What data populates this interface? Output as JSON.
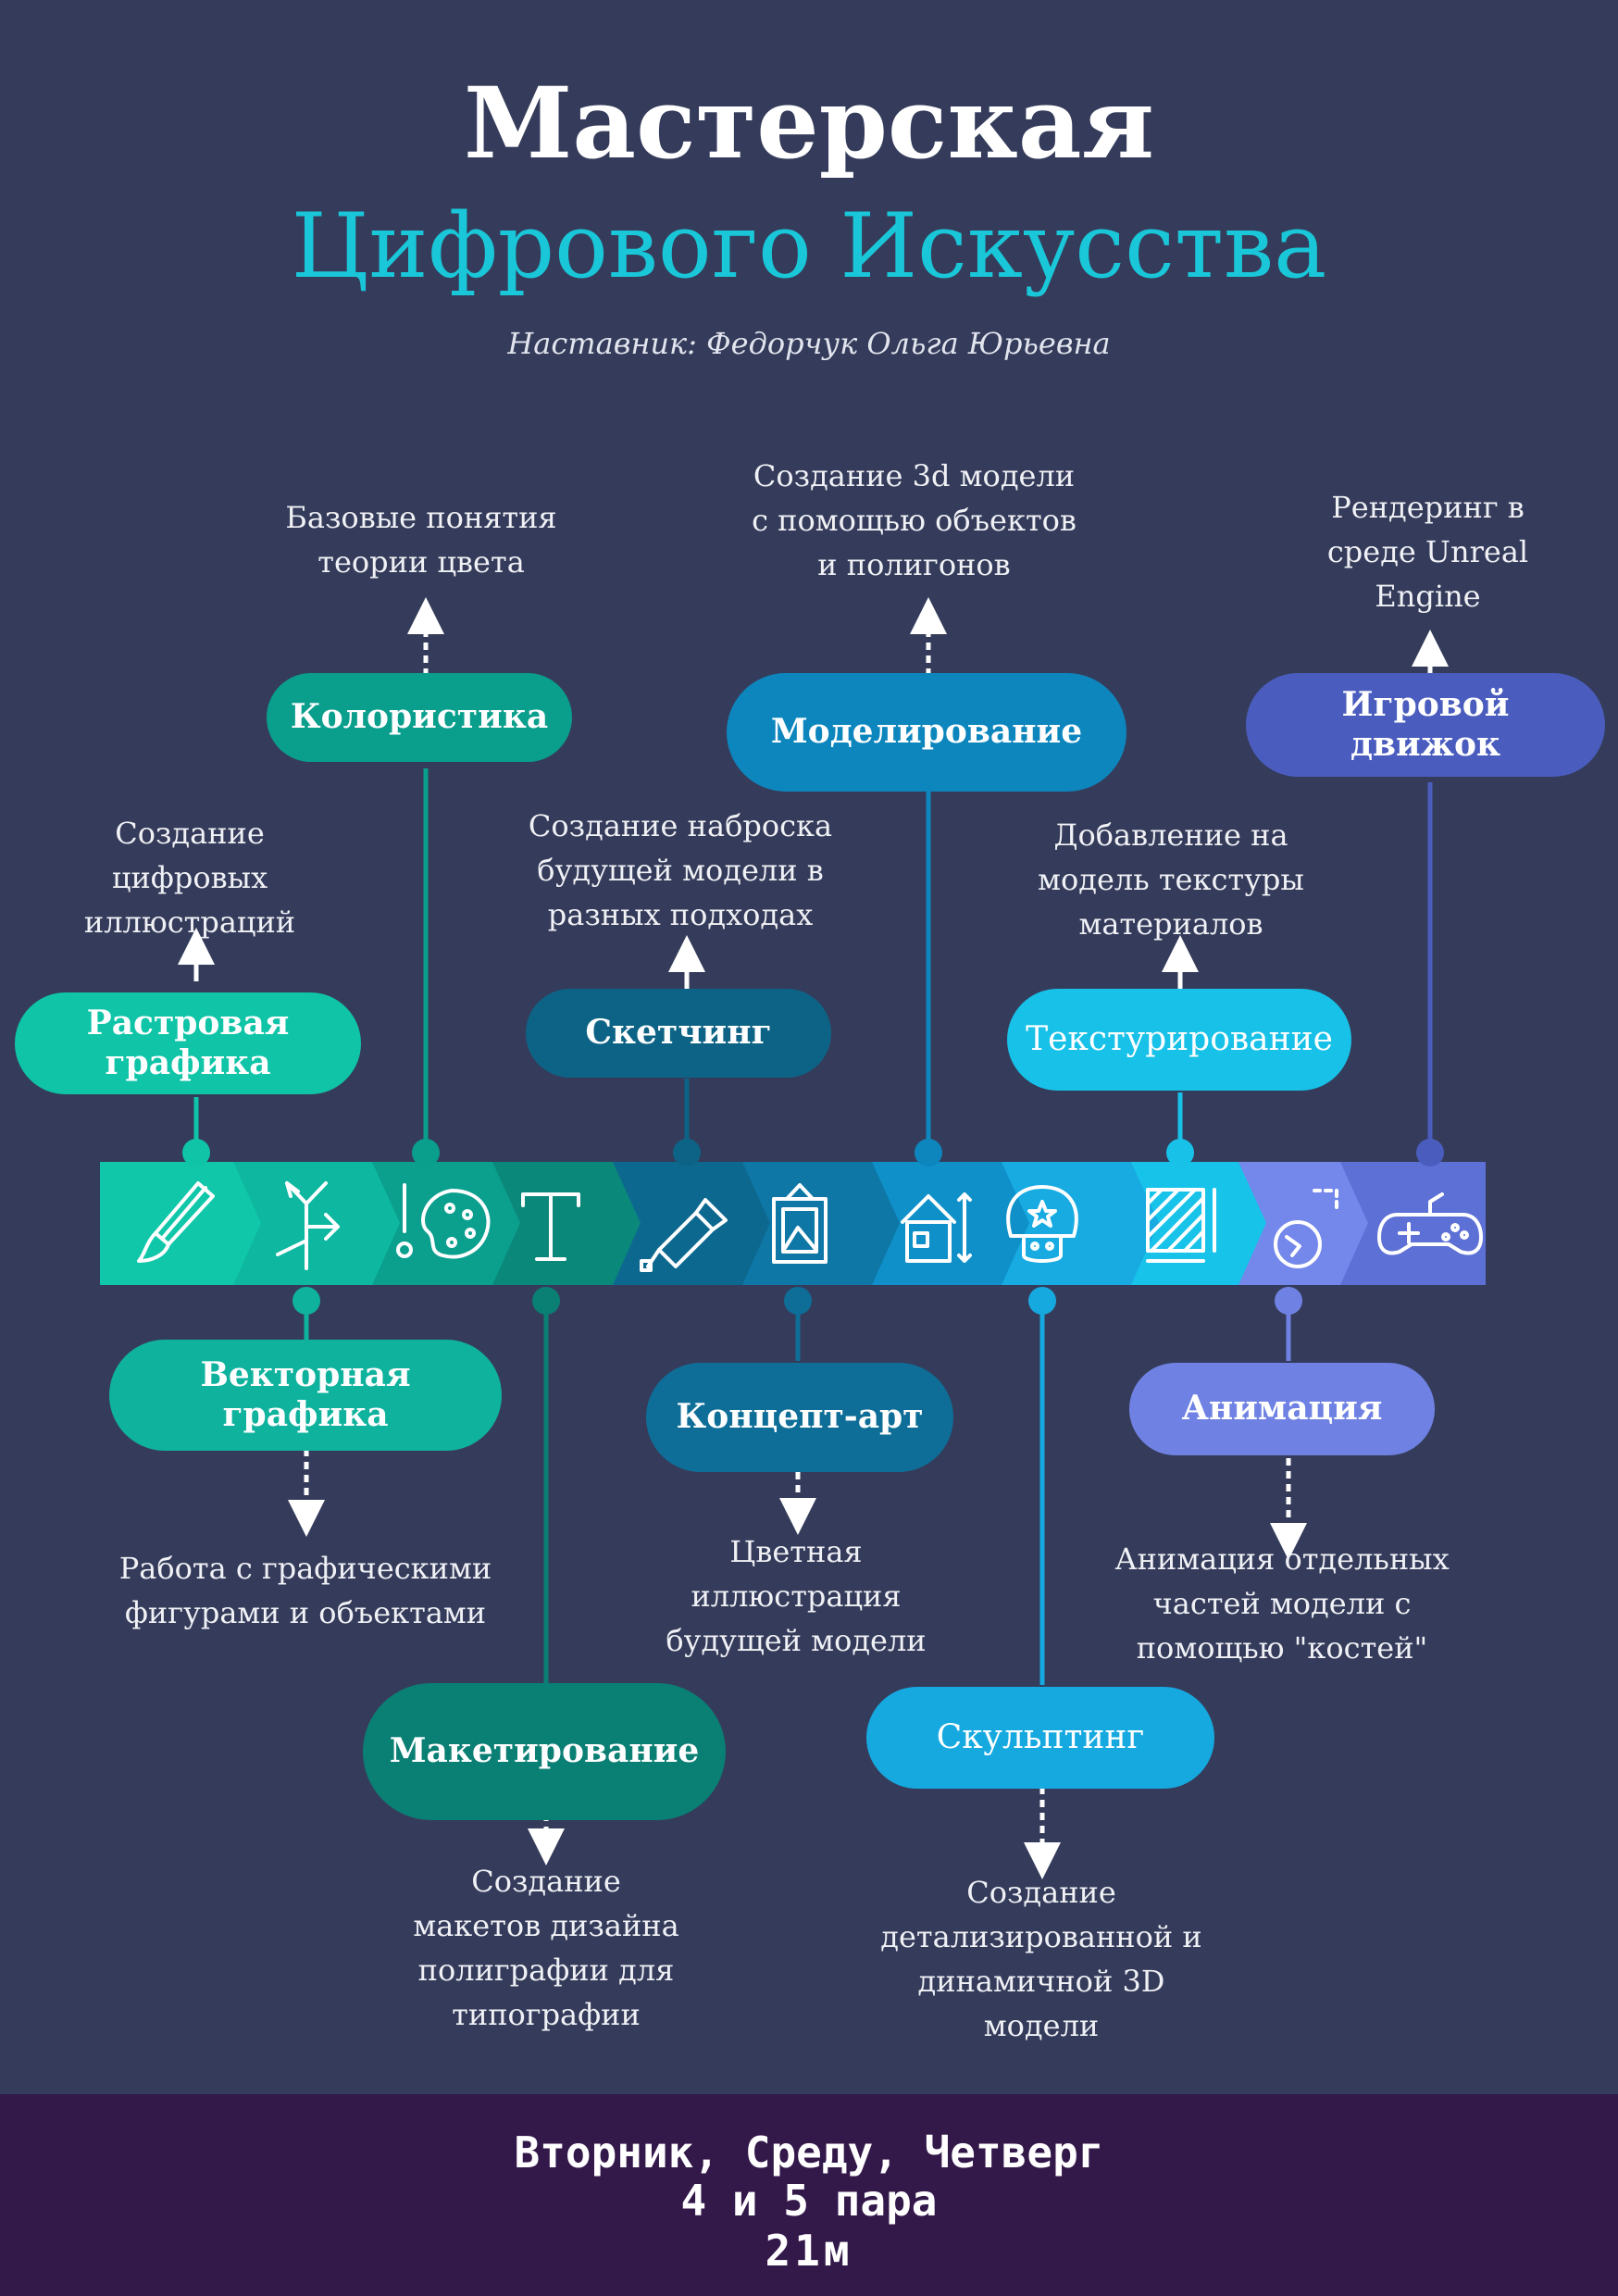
{
  "header": {
    "title_line1": "Мастерская",
    "title_line2": "Цифрового Искусства",
    "mentor": "Наставник: Федорчук Ольга Юрьевна"
  },
  "colors": {
    "background": "#353c5b",
    "title_accent": "#19c7d9",
    "footer_bg": "#33184a"
  },
  "stages": [
    {
      "id": "raster",
      "label": "Растровая графика",
      "desc": "Создание цифровых иллюстраций",
      "color": "#0fc4a7",
      "icon": "brush-icon"
    },
    {
      "id": "vector",
      "label": "Векторная графика",
      "desc": "Работа с графическими фигурами и объектами",
      "color": "#0fb29d",
      "icon": "vector-path-icon"
    },
    {
      "id": "color",
      "label": "Колористика",
      "desc": "Базовые понятия теории цвета",
      "color": "#0a9e8d",
      "icon": "palette-icon"
    },
    {
      "id": "layout",
      "label": "Макетирование",
      "desc": "Создание макетов дизайна полиграфии для типографии",
      "color": "#0a7f74",
      "icon": "text-tool-icon"
    },
    {
      "id": "sketch",
      "label": "Скетчинг",
      "desc": "Создание наброска будущей модели в разных подходах",
      "color": "#0d6385",
      "icon": "pen-tool-icon"
    },
    {
      "id": "concept",
      "label": "Концепт-арт",
      "desc": "Цветная иллюстрация будущей модели",
      "color": "#0e6e98",
      "icon": "framed-picture-icon"
    },
    {
      "id": "modeling",
      "label": "Моделирование",
      "desc": "Создание 3d модели с помощью объектов и полигонов",
      "color": "#0d86bd",
      "icon": "house-model-icon"
    },
    {
      "id": "sculpt",
      "label": "Скульптинг",
      "desc": "Создание детализированной и динамичной 3D модели",
      "color": "#16a9e0",
      "icon": "mushroom-icon"
    },
    {
      "id": "texture",
      "label": "Текстурирование",
      "desc": "Добавление на модель текстуры материалов",
      "color": "#17c1e8",
      "icon": "texture-square-icon"
    },
    {
      "id": "anim",
      "label": "Анимация",
      "desc": "Анимация отдельных частей модели с помощью \"костей\"",
      "color": "#6f82e3",
      "icon": "bouncing-ball-icon"
    },
    {
      "id": "engine",
      "label": "Игровой движок",
      "desc": "Рендеринг в среде Unreal Engine",
      "color": "#4a5dbe",
      "icon": "gamepad-icon"
    }
  ],
  "footer": {
    "days": "Вторник, Среду, Четверг",
    "pairs": "4 и 5 пара",
    "room": "21м"
  }
}
